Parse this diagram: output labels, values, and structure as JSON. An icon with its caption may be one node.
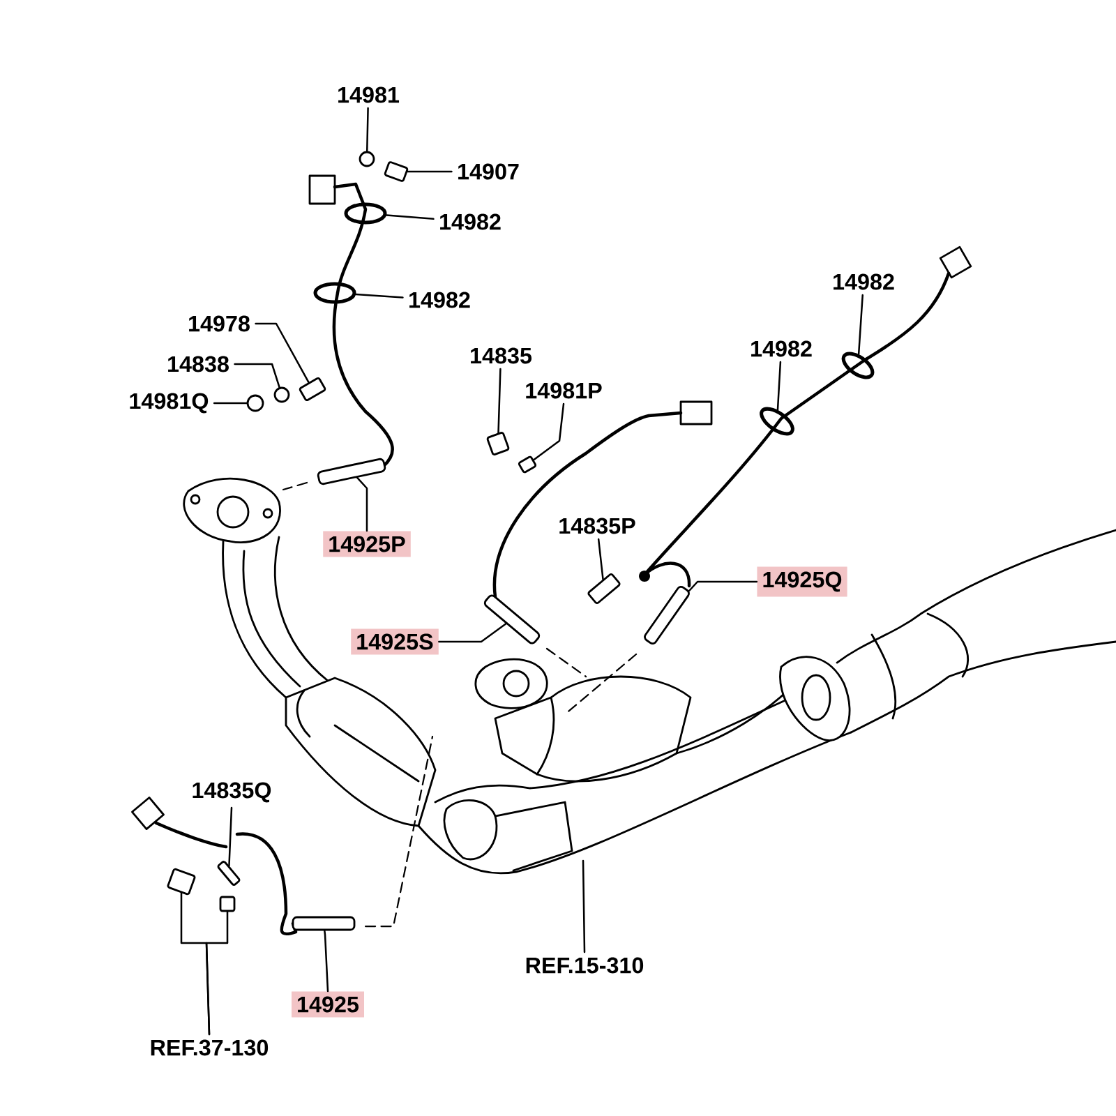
{
  "diagram": {
    "nodes": [
      {
        "text": [
          "14981"
        ]
      },
      {
        "text": [
          "14907"
        ]
      },
      {
        "text": [
          "14982"
        ]
      },
      {
        "text": [
          "14982"
        ]
      },
      {
        "text": [
          "14978"
        ]
      },
      {
        "text": [
          "14838"
        ]
      },
      {
        "text": [
          "14981Q"
        ]
      },
      {
        "text": [
          "14925P"
        ]
      },
      {
        "text": [
          "14835"
        ]
      },
      {
        "text": [
          "14981P"
        ]
      },
      {
        "text": [
          "14982"
        ]
      },
      {
        "text": [
          "14982"
        ]
      },
      {
        "text": [
          "14835P"
        ]
      },
      {
        "text": [
          "14925Q"
        ]
      },
      {
        "text": [
          "14925S"
        ]
      },
      {
        "text": [
          "14835Q"
        ]
      },
      {
        "text": [
          "14925"
        ]
      },
      {
        "text": [
          "REF.37-130"
        ]
      },
      {
        "text": [
          "REF.15-310"
        ]
      },
      {
        "text": [],
        "shape": "circle"
      },
      {
        "text": [],
        "shape": "box"
      },
      {
        "text": [],
        "shape": "ellipse"
      },
      {
        "text": [],
        "shape": "ellipse"
      },
      {
        "text": [],
        "shape": "box"
      },
      {
        "text": [],
        "shape": "circle"
      },
      {
        "text": [],
        "shape": "circle"
      },
      {
        "text": [],
        "shape": "bar"
      },
      {
        "text": [],
        "shape": "box"
      },
      {
        "text": [],
        "shape": "box"
      },
      {
        "text": [],
        "shape": "ellipse"
      },
      {
        "text": [],
        "shape": "ellipse"
      },
      {
        "text": [],
        "shape": "box"
      },
      {
        "text": [],
        "shape": "bar"
      },
      {
        "text": [],
        "shape": "bar"
      },
      {
        "text": [],
        "shape": "box"
      },
      {
        "text": [],
        "shape": "bar"
      },
      {
        "text": [],
        "shape": "box"
      },
      {
        "text": [],
        "shape": "box"
      }
    ],
    "edges": [
      {
        "from": 0,
        "to": 19,
        "arrow": "none"
      },
      {
        "from": 1,
        "to": 20,
        "arrow": "none"
      },
      {
        "from": 2,
        "to": 21,
        "arrow": "none"
      },
      {
        "from": 3,
        "to": 22,
        "arrow": "none"
      },
      {
        "from": 4,
        "to": 23,
        "arrow": "none"
      },
      {
        "from": 5,
        "to": 24,
        "arrow": "none"
      },
      {
        "from": 6,
        "to": 25,
        "arrow": "none"
      },
      {
        "from": 7,
        "to": 26,
        "arrow": "none"
      },
      {
        "from": 8,
        "to": 27,
        "arrow": "none"
      },
      {
        "from": 9,
        "to": 28,
        "arrow": "none"
      },
      {
        "from": 10,
        "to": 29,
        "arrow": "none"
      },
      {
        "from": 11,
        "to": 30,
        "arrow": "none"
      },
      {
        "from": 12,
        "to": 31,
        "arrow": "none"
      },
      {
        "from": 13,
        "to": 32,
        "arrow": "none"
      },
      {
        "from": 14,
        "to": 33,
        "arrow": "none"
      },
      {
        "from": 15,
        "to": 34,
        "arrow": "none"
      },
      {
        "from": 16,
        "to": 35,
        "arrow": "none"
      },
      {
        "from": 17,
        "to": 36,
        "arrow": "none"
      },
      {
        "from": 17,
        "to": 37,
        "arrow": "none"
      },
      {
        "from": 18,
        "to": null,
        "arrow": "none"
      }
    ]
  }
}
